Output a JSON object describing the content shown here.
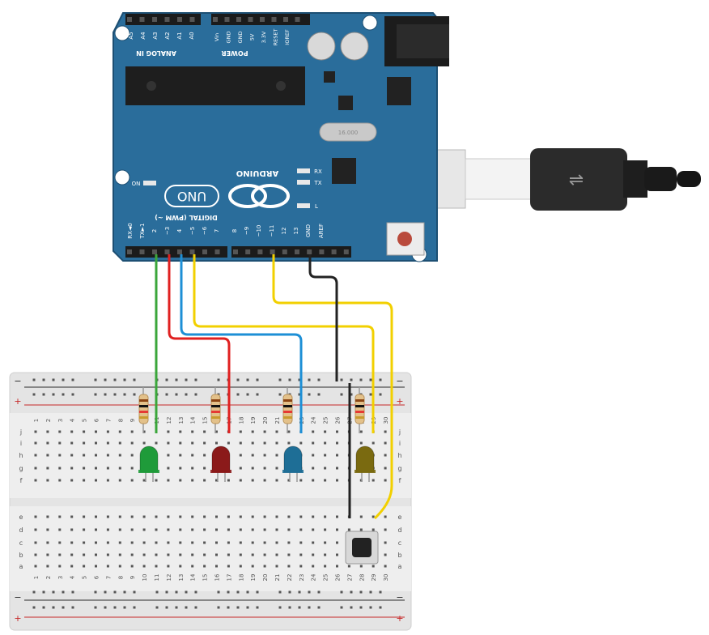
{
  "board": {
    "brand": "ARDUINO",
    "model": "UNO",
    "header_analog": "ANALOG IN",
    "header_power": "POWER",
    "header_digital": "DIGITAL (PWM ~)",
    "analog_pins": [
      "A5",
      "A4",
      "A3",
      "A2",
      "A1",
      "A0"
    ],
    "power_pins": [
      "Vin",
      "GND",
      "GND",
      "5V",
      "3.3V",
      "RESET",
      "IOREF"
    ],
    "digital_pins": [
      "RX◄0",
      "TX►1",
      "2",
      "~3",
      "4",
      "~5",
      "~6",
      "7",
      "8",
      "~9",
      "~10",
      "~11",
      "12",
      "13",
      "GND",
      "AREF"
    ],
    "on_label": "ON",
    "rx_label": "RX",
    "tx_label": "TX",
    "l_label": "L",
    "crystal_label": "16.000",
    "colors": {
      "board": "#2a6d9b",
      "board_edge": "#1d4f73",
      "silk": "#ffffff"
    }
  },
  "breadboard": {
    "columns": [
      "1",
      "2",
      "3",
      "4",
      "5",
      "6",
      "7",
      "8",
      "9",
      "10",
      "11",
      "12",
      "13",
      "14",
      "15",
      "16",
      "17",
      "18",
      "19",
      "20",
      "21",
      "22",
      "23",
      "24",
      "25",
      "26",
      "27",
      "28",
      "29",
      "30"
    ],
    "rows_top": [
      "j",
      "i",
      "h",
      "g",
      "f"
    ],
    "rows_bottom": [
      "e",
      "d",
      "c",
      "b",
      "a"
    ],
    "rail_minus": "−",
    "rail_plus": "+"
  },
  "leds": [
    {
      "name": "led-green",
      "color": "#1f9b3a",
      "column": "11"
    },
    {
      "name": "led-red",
      "color": "#8b1a1a",
      "column": "17"
    },
    {
      "name": "led-blue",
      "color": "#1e6e96",
      "column": "23"
    },
    {
      "name": "led-yellow",
      "color": "#7a6a10",
      "column": "29"
    }
  ],
  "wires": [
    {
      "name": "wire-green",
      "color": "#3aa63a",
      "from_pin": "2"
    },
    {
      "name": "wire-red",
      "color": "#e02020",
      "from_pin": "~3"
    },
    {
      "name": "wire-blue",
      "color": "#1d8fd6",
      "from_pin": "4"
    },
    {
      "name": "wire-yellow-5",
      "color": "#f2d000",
      "from_pin": "~5"
    },
    {
      "name": "wire-yellow-11",
      "color": "#f2d000",
      "from_pin": "~11"
    },
    {
      "name": "wire-black-gnd",
      "color": "#222222",
      "from_pin": "GND"
    }
  ]
}
